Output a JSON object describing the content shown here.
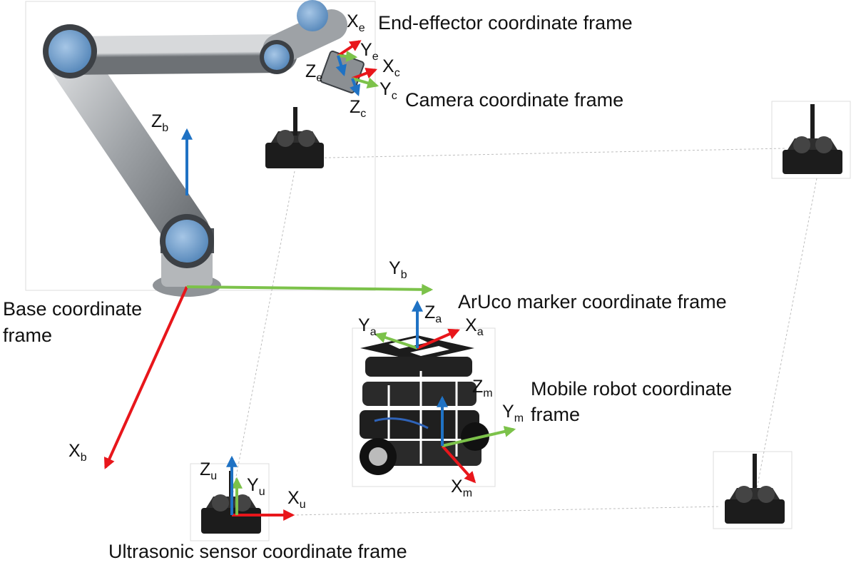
{
  "labels": {
    "end_effector": "End-effector coordinate frame",
    "camera": "Camera coordinate frame",
    "base_line1": "Base coordinate",
    "base_line2": "frame",
    "aruco": "ArUco marker coordinate frame",
    "mobile_line1": "Mobile robot coordinate",
    "mobile_line2": "frame",
    "ultrasonic": "Ultrasonic sensor coordinate frame"
  },
  "axes": {
    "Xe": {
      "main": "X",
      "sub": "e"
    },
    "Ye": {
      "main": "Y",
      "sub": "e"
    },
    "Ze": {
      "main": "Z",
      "sub": "e"
    },
    "Xc": {
      "main": "X",
      "sub": "c"
    },
    "Yc": {
      "main": "Y",
      "sub": "c"
    },
    "Zc": {
      "main": "Z",
      "sub": "c"
    },
    "Zb": {
      "main": "Z",
      "sub": "b"
    },
    "Yb": {
      "main": "Y",
      "sub": "b"
    },
    "Xb": {
      "main": "X",
      "sub": "b"
    },
    "Za": {
      "main": "Z",
      "sub": "a"
    },
    "Ya": {
      "main": "Y",
      "sub": "a"
    },
    "Xa": {
      "main": "X",
      "sub": "a"
    },
    "Zm": {
      "main": "Z",
      "sub": "m"
    },
    "Ym": {
      "main": "Y",
      "sub": "m"
    },
    "Xm": {
      "main": "X",
      "sub": "m"
    },
    "Zu": {
      "main": "Z",
      "sub": "u"
    },
    "Yu": {
      "main": "Y",
      "sub": "u"
    },
    "Xu": {
      "main": "X",
      "sub": "u"
    }
  },
  "colors": {
    "x_axis": "#e8161b",
    "y_axis": "#7cc24a",
    "z_axis": "#1f72c4",
    "arm_blue": "#6f9fce",
    "arm_grey": "#a9adb1",
    "dark": "#1c1c1c"
  }
}
